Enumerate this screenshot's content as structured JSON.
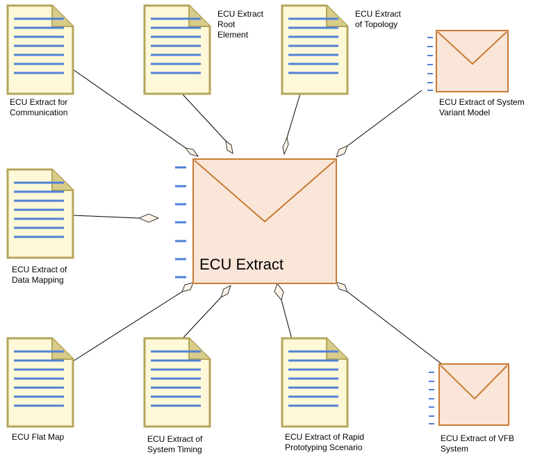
{
  "diagram": {
    "central": {
      "label": "ECU Extract"
    },
    "elements": [
      {
        "id": "communication",
        "lines": [
          "ECU Extract for",
          "Communication"
        ]
      },
      {
        "id": "root-element",
        "lines": [
          "ECU Extract",
          "Root",
          "Element"
        ]
      },
      {
        "id": "topology",
        "lines": [
          "ECU Extract",
          "of Topology"
        ]
      },
      {
        "id": "system-variant-model",
        "lines": [
          "ECU Extract of System",
          "Variant Model"
        ]
      },
      {
        "id": "data-mapping",
        "lines": [
          "ECU Extract of",
          "Data Mapping"
        ]
      },
      {
        "id": "flat-map",
        "lines": [
          "ECU Flat Map"
        ]
      },
      {
        "id": "system-timing",
        "lines": [
          "ECU Extract of",
          "System Timing"
        ]
      },
      {
        "id": "rapid-prototyping",
        "lines": [
          "ECU Extract of Rapid",
          "Prototyping Scenario"
        ]
      },
      {
        "id": "vfb-system",
        "lines": [
          "ECU Extract of VFB",
          "System"
        ]
      }
    ],
    "colors": {
      "doc_fill": "#fdf8d8",
      "doc_border": "#b5a55a",
      "doc_lines": "#4f81d6",
      "package_fill": "#fae6d9",
      "package_border": "#c77a34",
      "connector": "#000000"
    }
  }
}
